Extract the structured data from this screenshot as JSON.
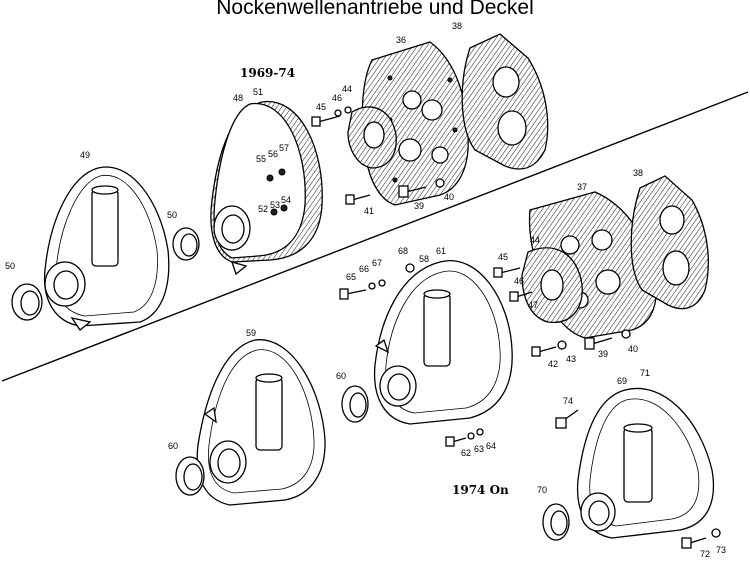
{
  "title": "Nockenwellenantriebe und Deckel",
  "period_labels": {
    "early": "1969-74",
    "late": "1974 On"
  },
  "part_numbers": [
    "36",
    "38",
    "44",
    "45",
    "46",
    "48",
    "51",
    "55",
    "56",
    "57",
    "52",
    "53",
    "54",
    "41",
    "39",
    "40",
    "49",
    "50",
    "50",
    "37",
    "38",
    "44",
    "45",
    "46",
    "47",
    "42",
    "43",
    "39",
    "40",
    "68",
    "58",
    "61",
    "65",
    "66",
    "67",
    "59",
    "60",
    "60",
    "62",
    "63",
    "64",
    "74",
    "69",
    "71",
    "70",
    "72",
    "73"
  ]
}
